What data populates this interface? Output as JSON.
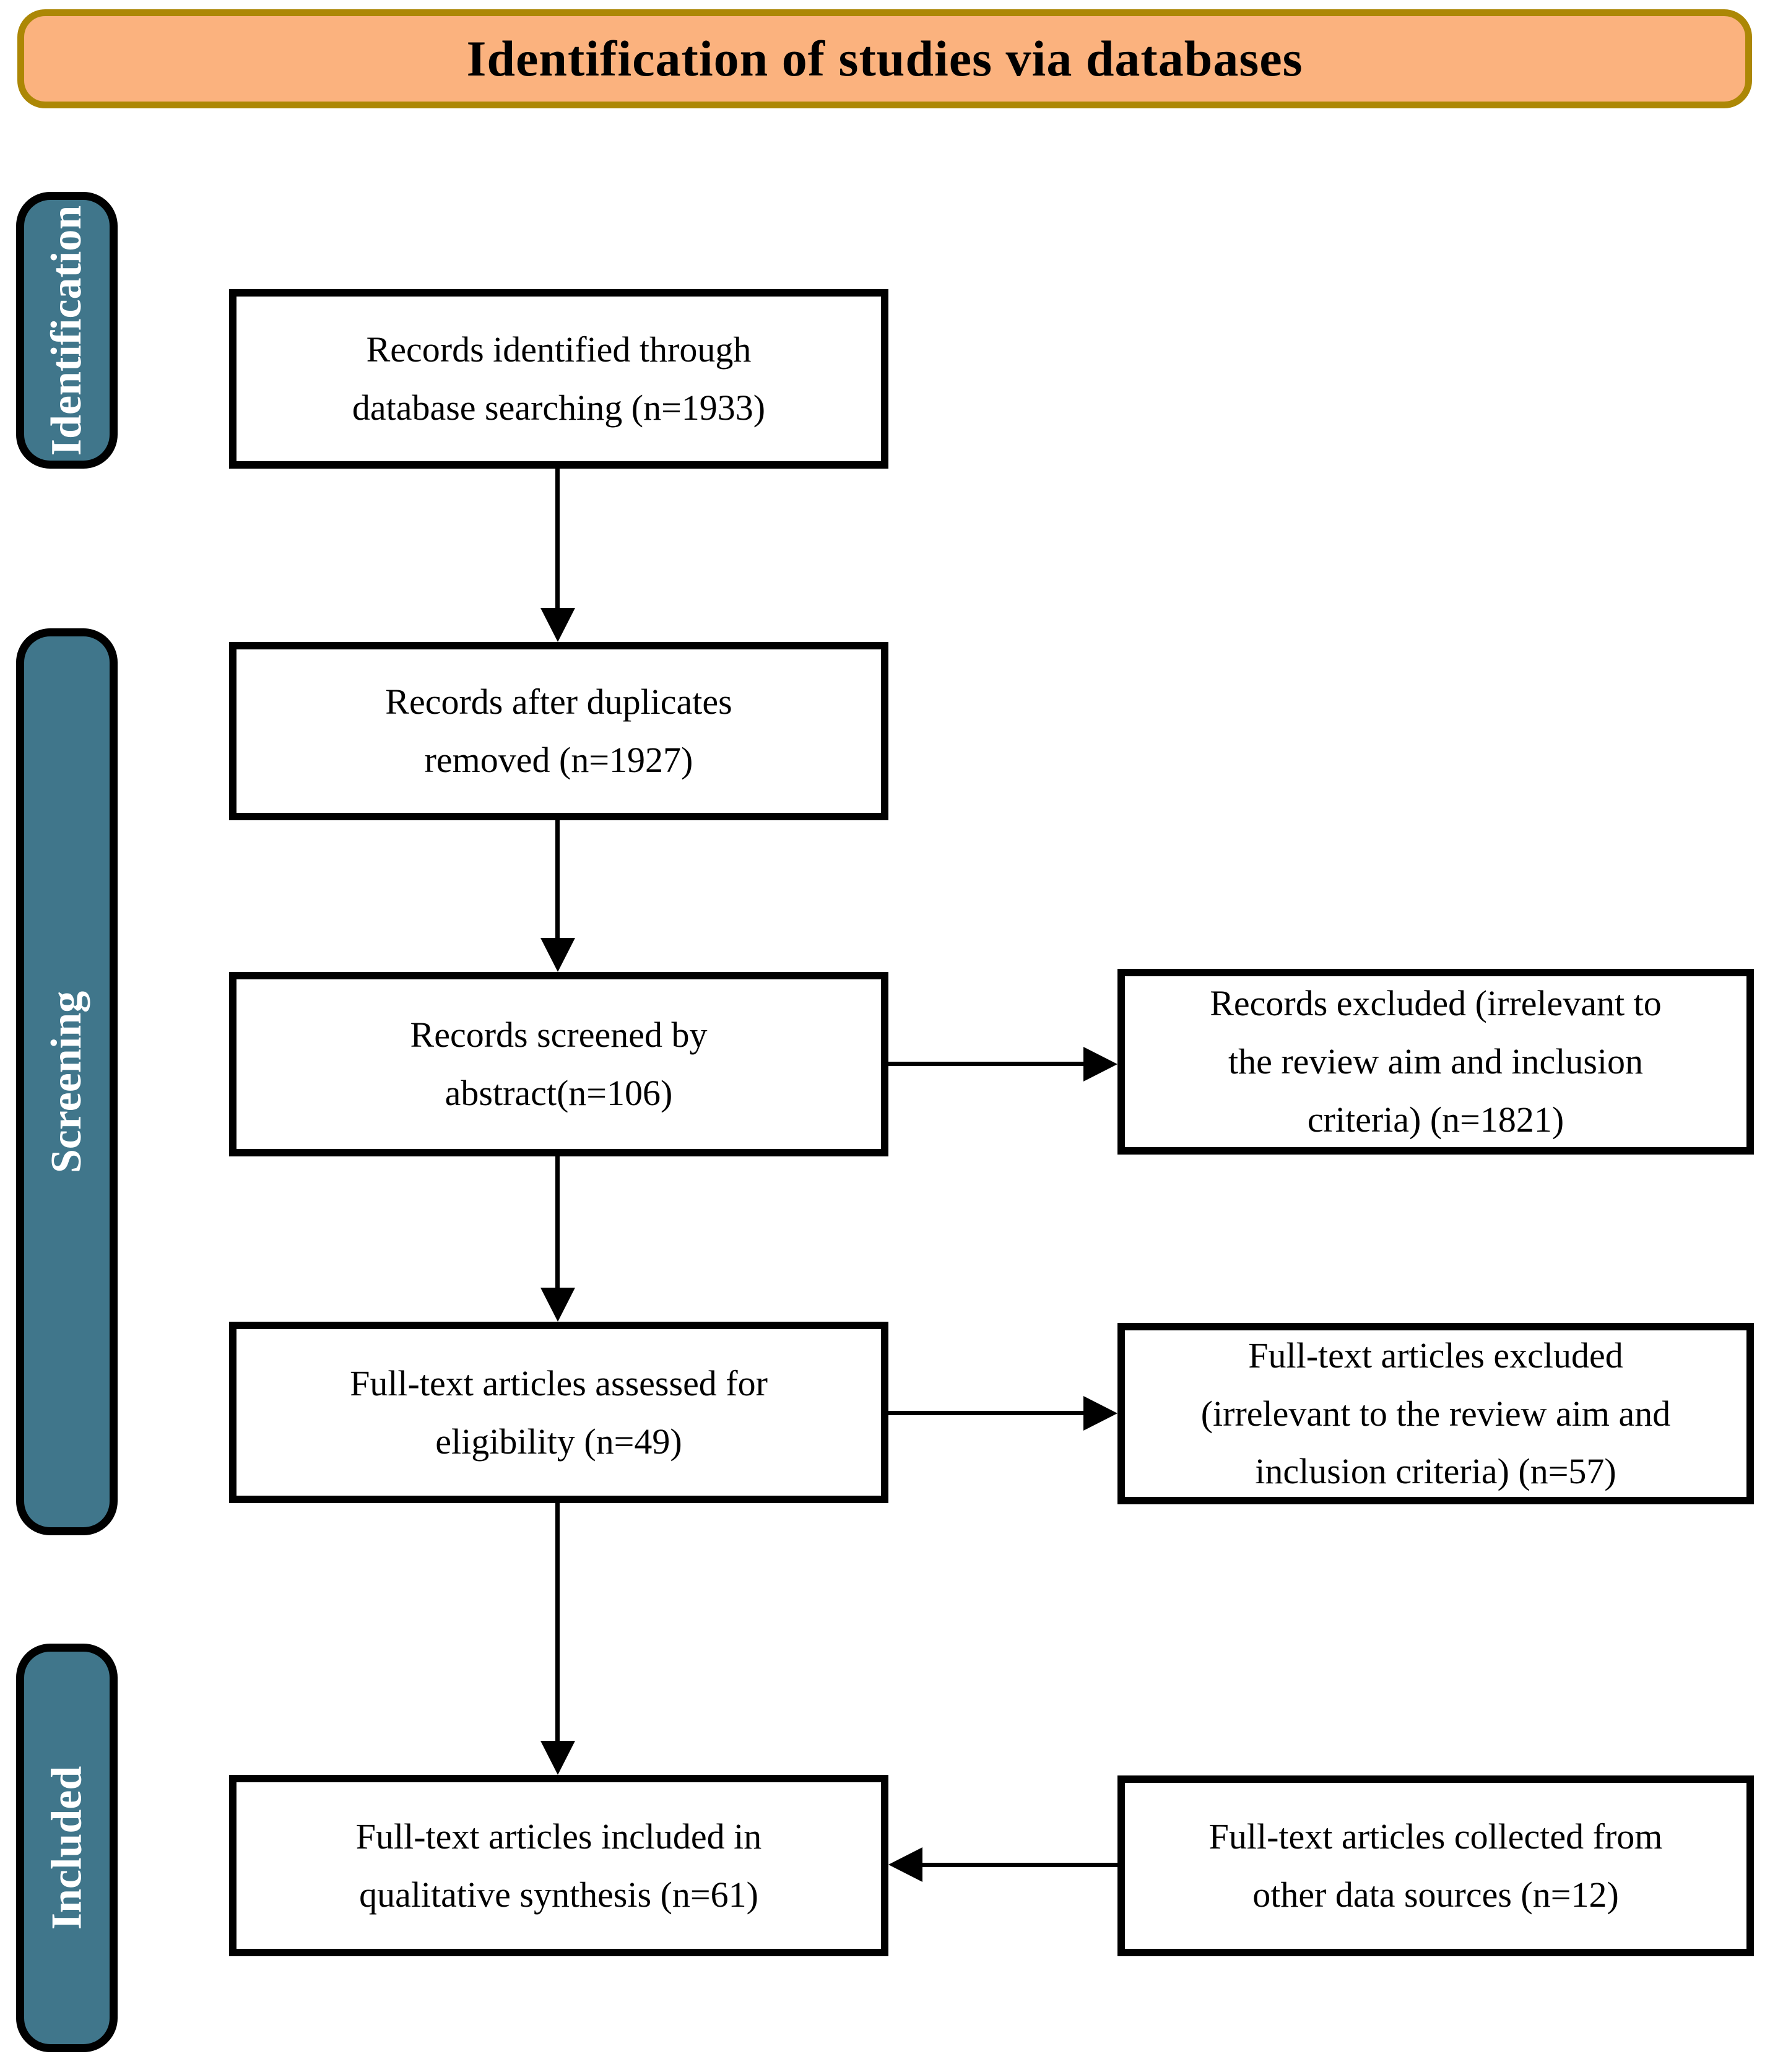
{
  "header": {
    "title": "Identification of studies via databases"
  },
  "stage_labels": [
    {
      "label": "Identification"
    },
    {
      "label": "Screening"
    },
    {
      "label": "Included"
    }
  ],
  "flow_boxes": [
    {
      "name": "records-identified",
      "lines": [
        "Records identified through",
        "database searching (n=1933)"
      ]
    },
    {
      "name": "records-deduplicated",
      "lines": [
        "Records after duplicates",
        "removed (n=1927)"
      ]
    },
    {
      "name": "records-screened",
      "lines": [
        "Records screened by",
        "abstract(n=106)"
      ]
    },
    {
      "name": "fulltext-assessed",
      "lines": [
        "Full-text articles assessed for",
        "eligibility (n=49)"
      ]
    },
    {
      "name": "fulltext-included",
      "lines": [
        "Full-text articles included in",
        "qualitative synthesis (n=61)"
      ]
    }
  ],
  "side_boxes": [
    {
      "name": "records-excluded",
      "lines": [
        "Records excluded (irrelevant to",
        "the review aim and inclusion",
        "criteria) (n=1821)"
      ]
    },
    {
      "name": "fulltext-excluded",
      "lines": [
        "Full-text articles excluded",
        "(irrelevant to the review aim and",
        "inclusion criteria) (n=57)"
      ]
    },
    {
      "name": "other-sources",
      "lines": [
        "Full-text articles collected from",
        "other data sources (n=12)"
      ]
    }
  ],
  "counts": {
    "identified": 1933,
    "after_duplicates": 1927,
    "screened": 106,
    "records_excluded": 1821,
    "fulltext_assessed": 49,
    "fulltext_excluded": 57,
    "other_sources": 12,
    "included": 61
  },
  "colors": {
    "stage_fill": "#40768B",
    "header_fill": "#FBB27E",
    "header_border": "#AC8705",
    "box_border": "#000000",
    "arrow_color": "#000000",
    "text_color": "#000000",
    "stage_text_color": "#FFFFFF"
  }
}
